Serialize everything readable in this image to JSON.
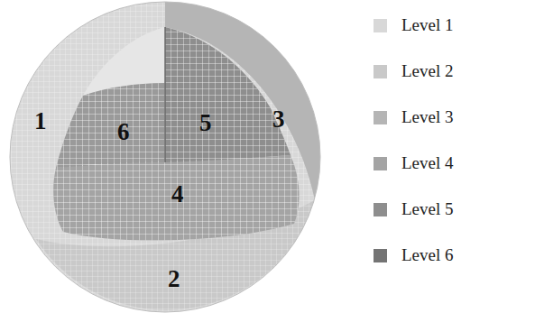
{
  "diagram": {
    "labels": [
      "1",
      "6",
      "5",
      "3",
      "4",
      "2"
    ],
    "legend": [
      {
        "text": "Level 1",
        "color": "#d8d8d8"
      },
      {
        "text": "Level 2",
        "color": "#c9c9c9"
      },
      {
        "text": "Level 3",
        "color": "#b5b5b5"
      },
      {
        "text": "Level 4",
        "color": "#a4a4a4"
      },
      {
        "text": "Level 5",
        "color": "#8e8e8e"
      },
      {
        "text": "Level 6",
        "color": "#747474"
      }
    ]
  }
}
